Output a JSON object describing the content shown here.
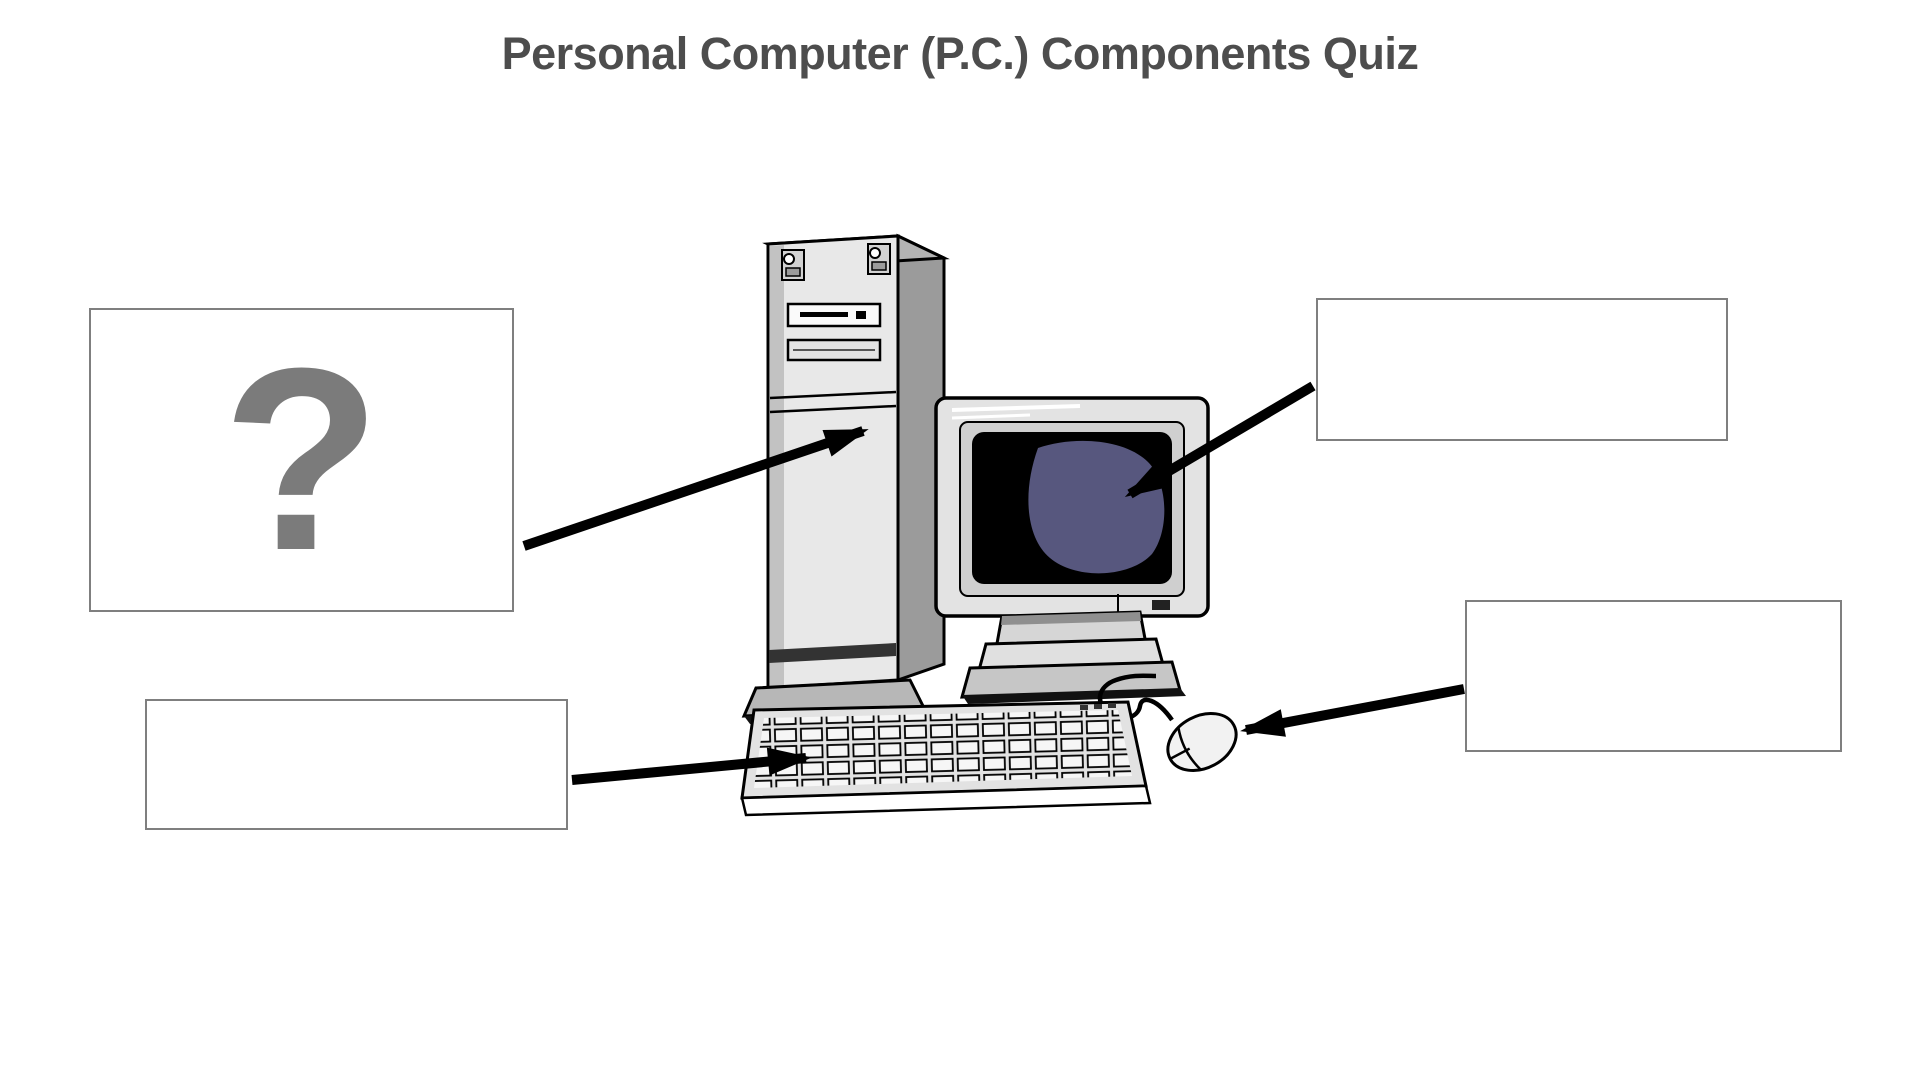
{
  "title": "Personal Computer (P.C.) Components Quiz",
  "quiz": {
    "answer_boxes": [
      {
        "id": "box-question",
        "label": "?",
        "position": "top-left",
        "target": "system-unit-tower"
      },
      {
        "id": "box-top-right",
        "label": "",
        "position": "top-right",
        "target": "monitor-screen"
      },
      {
        "id": "box-bottom-left",
        "label": "",
        "position": "bottom-left",
        "target": "keyboard"
      },
      {
        "id": "box-bottom-right",
        "label": "",
        "position": "bottom-right",
        "target": "mouse"
      }
    ]
  },
  "illustration": {
    "parts": [
      "tower-system-unit",
      "crt-monitor",
      "keyboard",
      "mouse"
    ],
    "arrows": [
      "arrow-to-tower",
      "arrow-to-monitor-screen",
      "arrow-to-keyboard",
      "arrow-to-mouse"
    ]
  },
  "colors": {
    "title": "#4d4d4d",
    "question_mark": "#7b7b7b",
    "box_border": "#7f7f7f",
    "arrow": "#000000",
    "screen_glow": "#57577e",
    "background": "#ffffff"
  }
}
